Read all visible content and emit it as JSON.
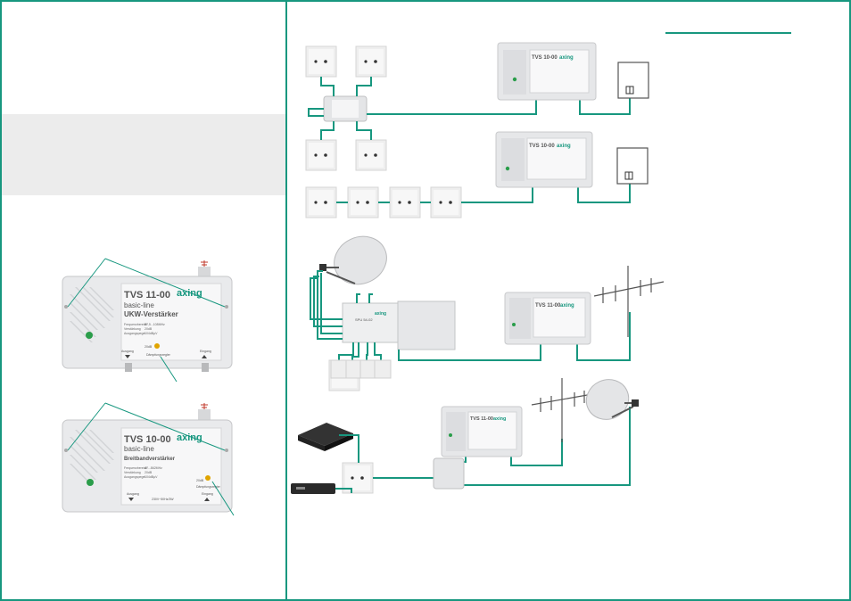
{
  "colors": {
    "accent": "#17977f",
    "panel_grey": "#ececec",
    "device_body": "#e9eaec",
    "label_bg": "#f7f7f8",
    "led": "#2a9d4a"
  },
  "amp_tvs11": {
    "model": "TVS 11-00",
    "line": "basic-line",
    "type": "UKW-Verstärker",
    "brand": "axing",
    "specs": [
      {
        "label": "Frequenzbereich",
        "value": "87,5...108MHz"
      },
      {
        "label": "Verstärkung",
        "value": "20dB"
      },
      {
        "label": "Ausgangspegel",
        "value": "104dBµV"
      }
    ],
    "db_label": "20dB",
    "regler": "Dämpfungsregler",
    "ausgang": "Ausgang",
    "eingang": "Eingang"
  },
  "amp_tvs10": {
    "model": "TVS 10-00",
    "line": "basic-line",
    "type": "Breitbandverstärker",
    "brand": "axing",
    "specs": [
      {
        "label": "Frequenzbereich",
        "value": "47...862MHz"
      },
      {
        "label": "Verstärkung",
        "value": "20dB"
      },
      {
        "label": "Ausgangspegel",
        "value": "104dBµV"
      }
    ],
    "db_label": "20dB",
    "regler": "Dämpfungsregler",
    "ausgang": "Ausgang",
    "eingang": "Eingang",
    "voltage": "230V~50Hz/3W"
  },
  "multiswitch": {
    "model": "SPU 54-02",
    "brand": "axing"
  },
  "icons": [
    "antenna-ground-icon",
    "wall-outlet-icon",
    "satellite-dish-icon",
    "yagi-antenna-icon",
    "receiver-icon",
    "splitter-icon"
  ]
}
